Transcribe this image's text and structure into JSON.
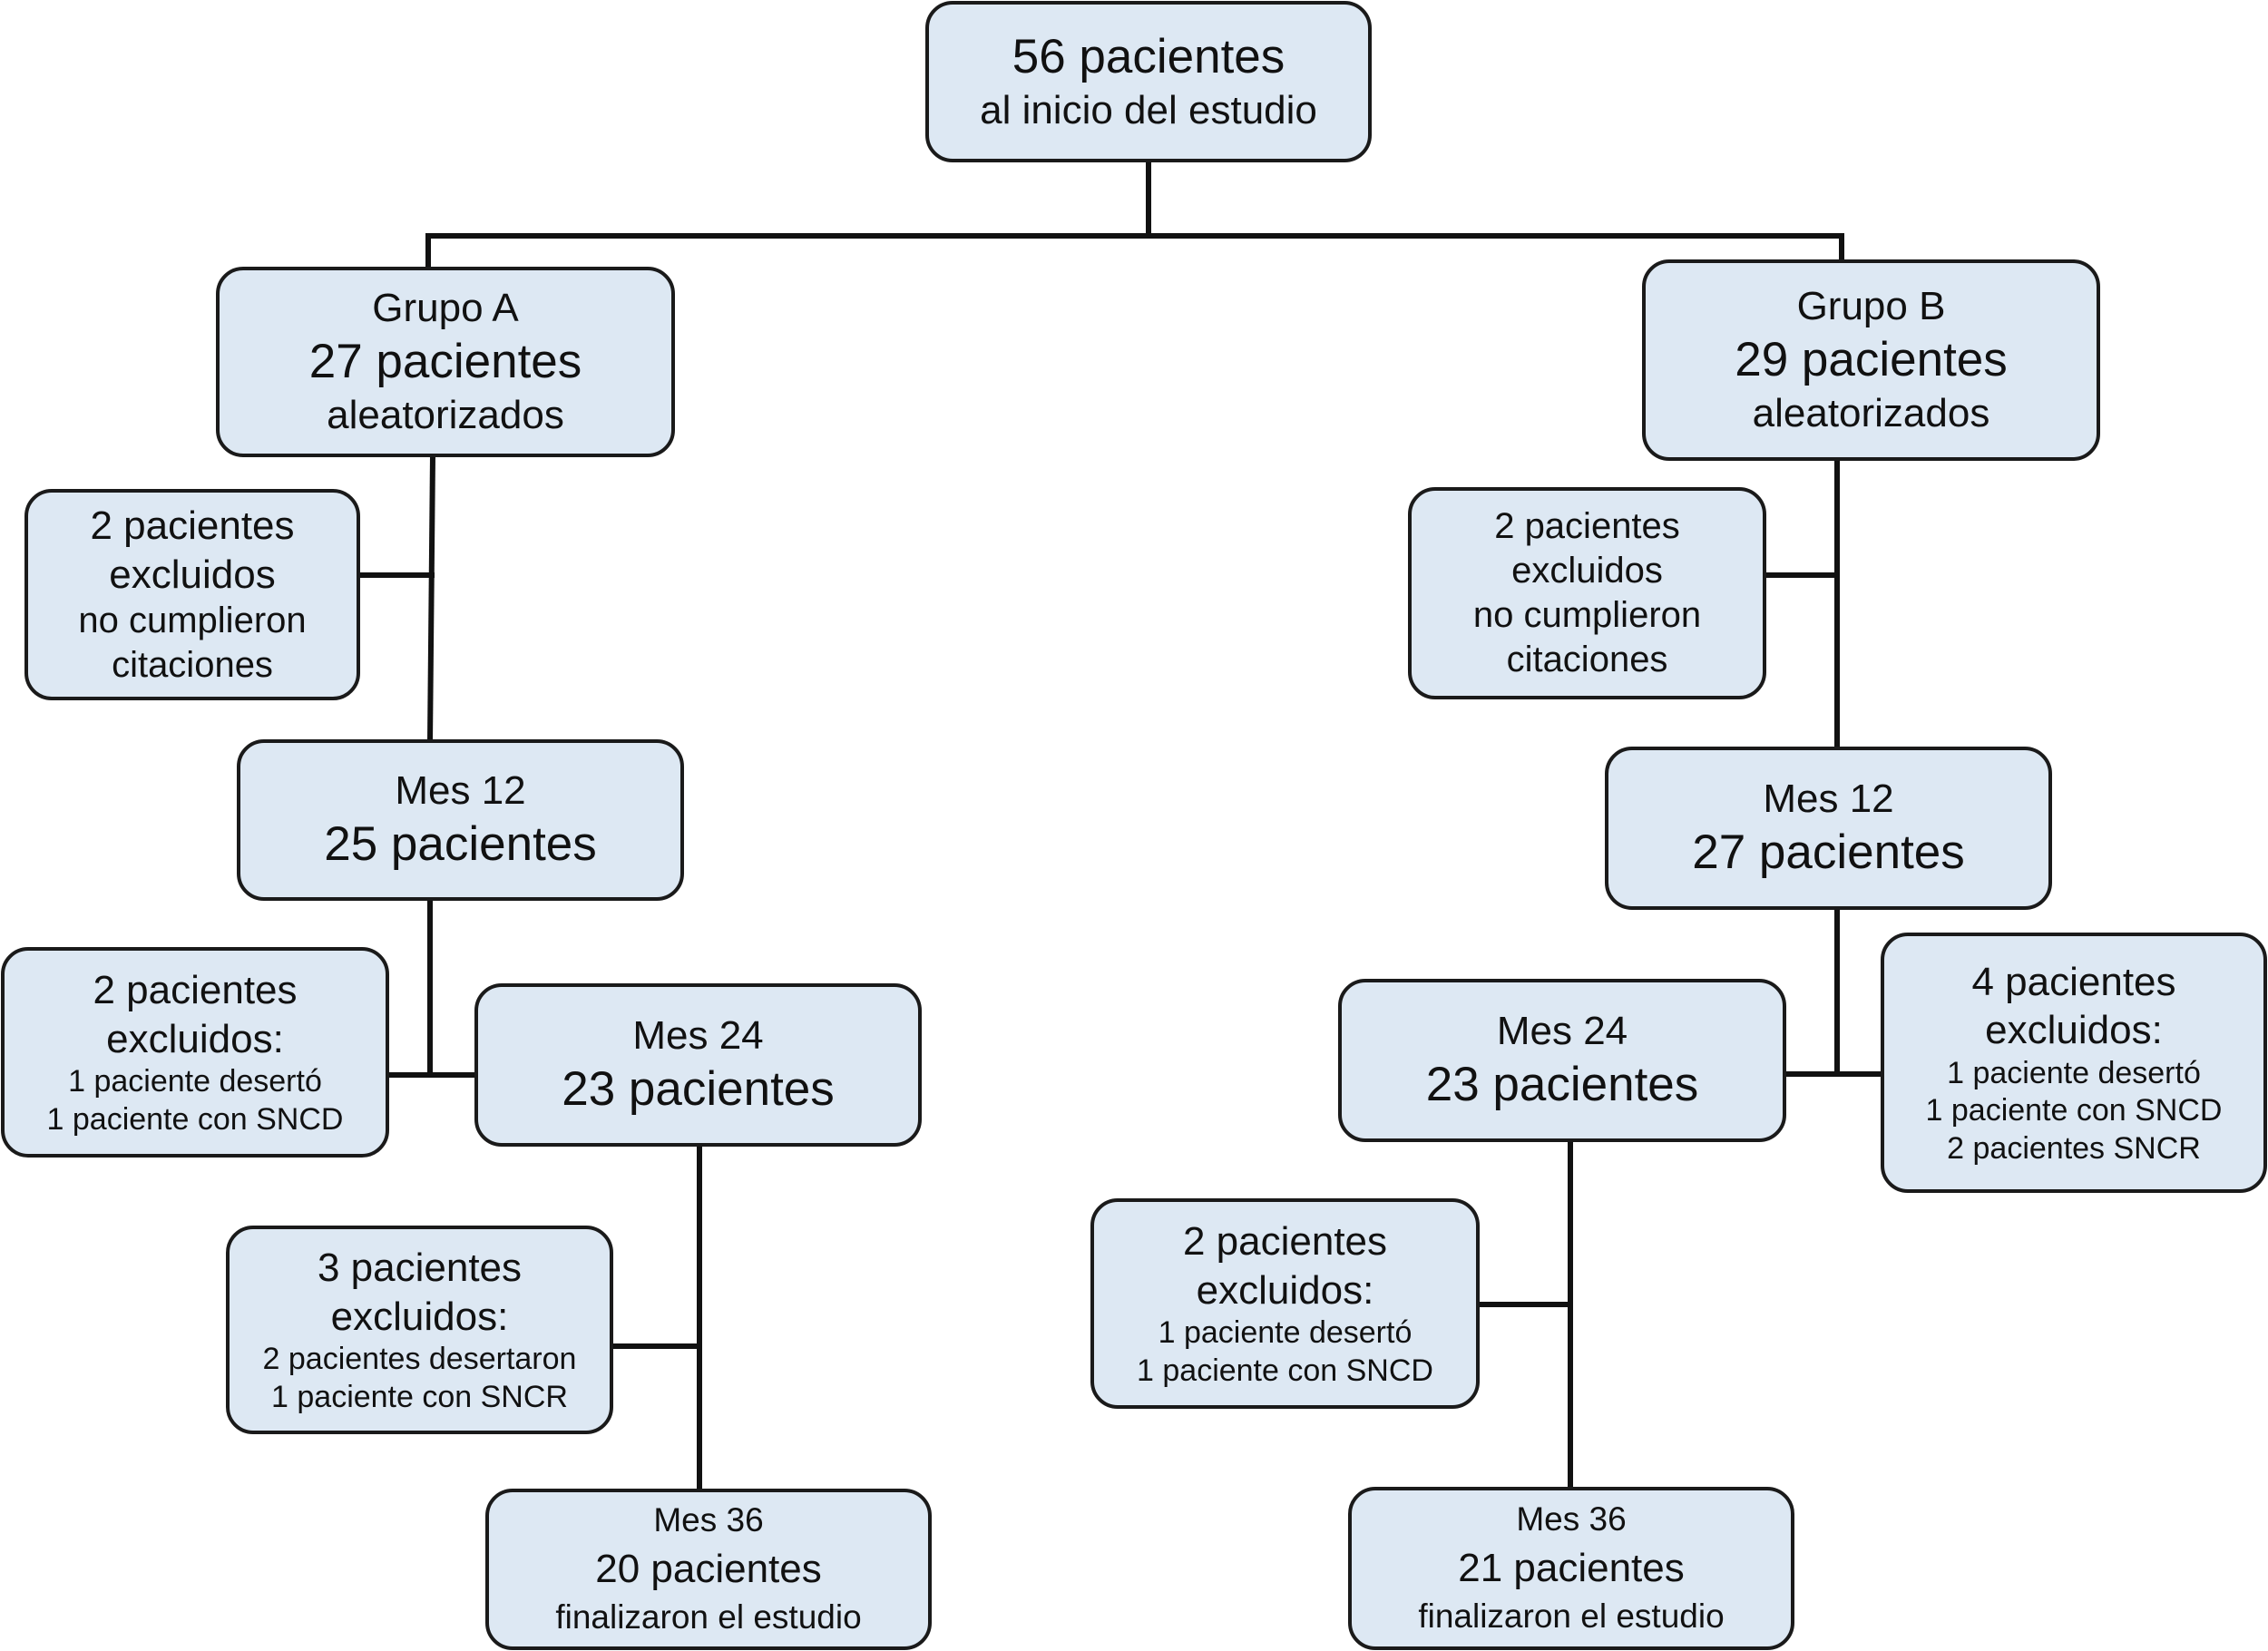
{
  "flowchart": {
    "root": {
      "line1": "56 pacientes",
      "line2": "al inicio del estudio"
    },
    "group_a": {
      "randomized": {
        "line1": "Grupo A",
        "line2": "27 pacientes",
        "line3": "aleatorizados"
      },
      "excluded_1": {
        "line1": "2 pacientes",
        "line2": "excluidos",
        "line3": "no cumplieron",
        "line4": "citaciones"
      },
      "month12": {
        "line1": "Mes 12",
        "line2": "25 pacientes"
      },
      "excluded_2": {
        "line1": "2 pacientes",
        "line2": "excluidos:",
        "line3": "1 paciente desertó",
        "line4": "1 paciente con SNCD"
      },
      "month24": {
        "line1": "Mes 24",
        "line2": "23 pacientes"
      },
      "excluded_3": {
        "line1": "3 pacientes",
        "line2": "excluidos:",
        "line3": "2 pacientes desertaron",
        "line4": "1 paciente con SNCR"
      },
      "month36": {
        "line1": "Mes 36",
        "line2": "20 pacientes",
        "line3": "finalizaron el estudio"
      }
    },
    "group_b": {
      "randomized": {
        "line1": "Grupo B",
        "line2": "29 pacientes",
        "line3": "aleatorizados"
      },
      "excluded_1": {
        "line1": "2 pacientes",
        "line2": "excluidos",
        "line3": "no cumplieron",
        "line4": "citaciones"
      },
      "month12": {
        "line1": "Mes 12",
        "line2": "27 pacientes"
      },
      "excluded_2": {
        "line1": "4 pacientes",
        "line2": "excluidos:",
        "line3": "1 paciente desertó",
        "line4": "1 paciente con SNCD",
        "line5": "2 pacientes SNCR"
      },
      "month24": {
        "line1": "Mes 24",
        "line2": "23 pacientes"
      },
      "excluded_3": {
        "line1": "2 pacientes",
        "line2": "excluidos:",
        "line3": "1 paciente desertó",
        "line4": "1 paciente con SNCD"
      },
      "month36": {
        "line1": "Mes 36",
        "line2": "21 pacientes",
        "line3": "finalizaron el estudio"
      }
    }
  },
  "colors": {
    "box_fill": "#dde8f3",
    "box_border": "#1a1a1a",
    "connector": "#111111",
    "background": "#ffffff"
  }
}
